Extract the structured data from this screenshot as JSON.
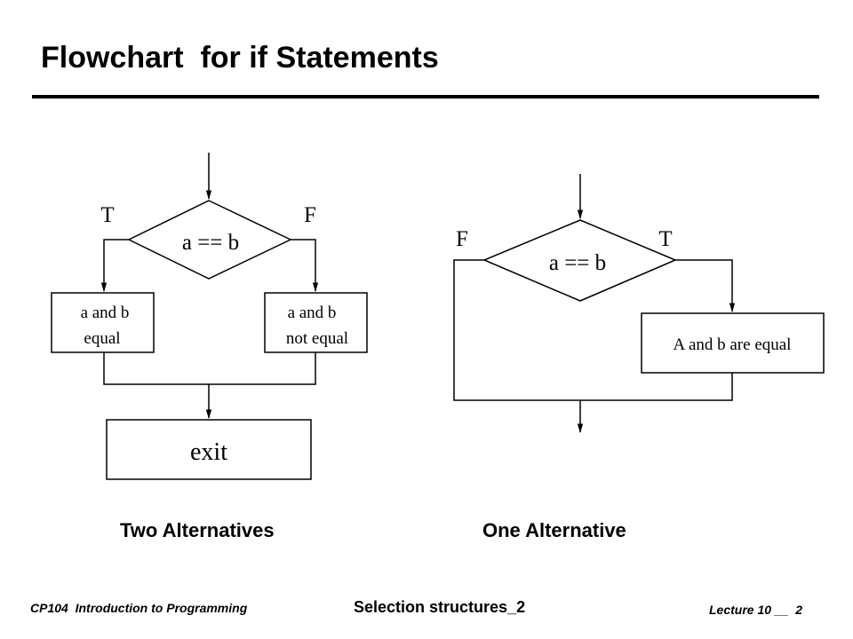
{
  "title": "Flowchart  for if Statements",
  "two_alt": {
    "caption": "Two Alternatives",
    "condition": "a == b",
    "true_mark": "T",
    "false_mark": "F",
    "true_box_line1": "a and b",
    "true_box_line2": "equal",
    "false_box_line1": "a and b",
    "false_box_line2": "not equal",
    "exit_label": "exit"
  },
  "one_alt": {
    "caption": "One Alternative",
    "condition": "a == b",
    "false_mark": "F",
    "true_mark": "T",
    "true_box": "A and b are equal"
  },
  "footer": {
    "left": "CP104  Introduction to Programming",
    "center": "Selection structures_2",
    "right": "Lecture 10 __  2"
  }
}
